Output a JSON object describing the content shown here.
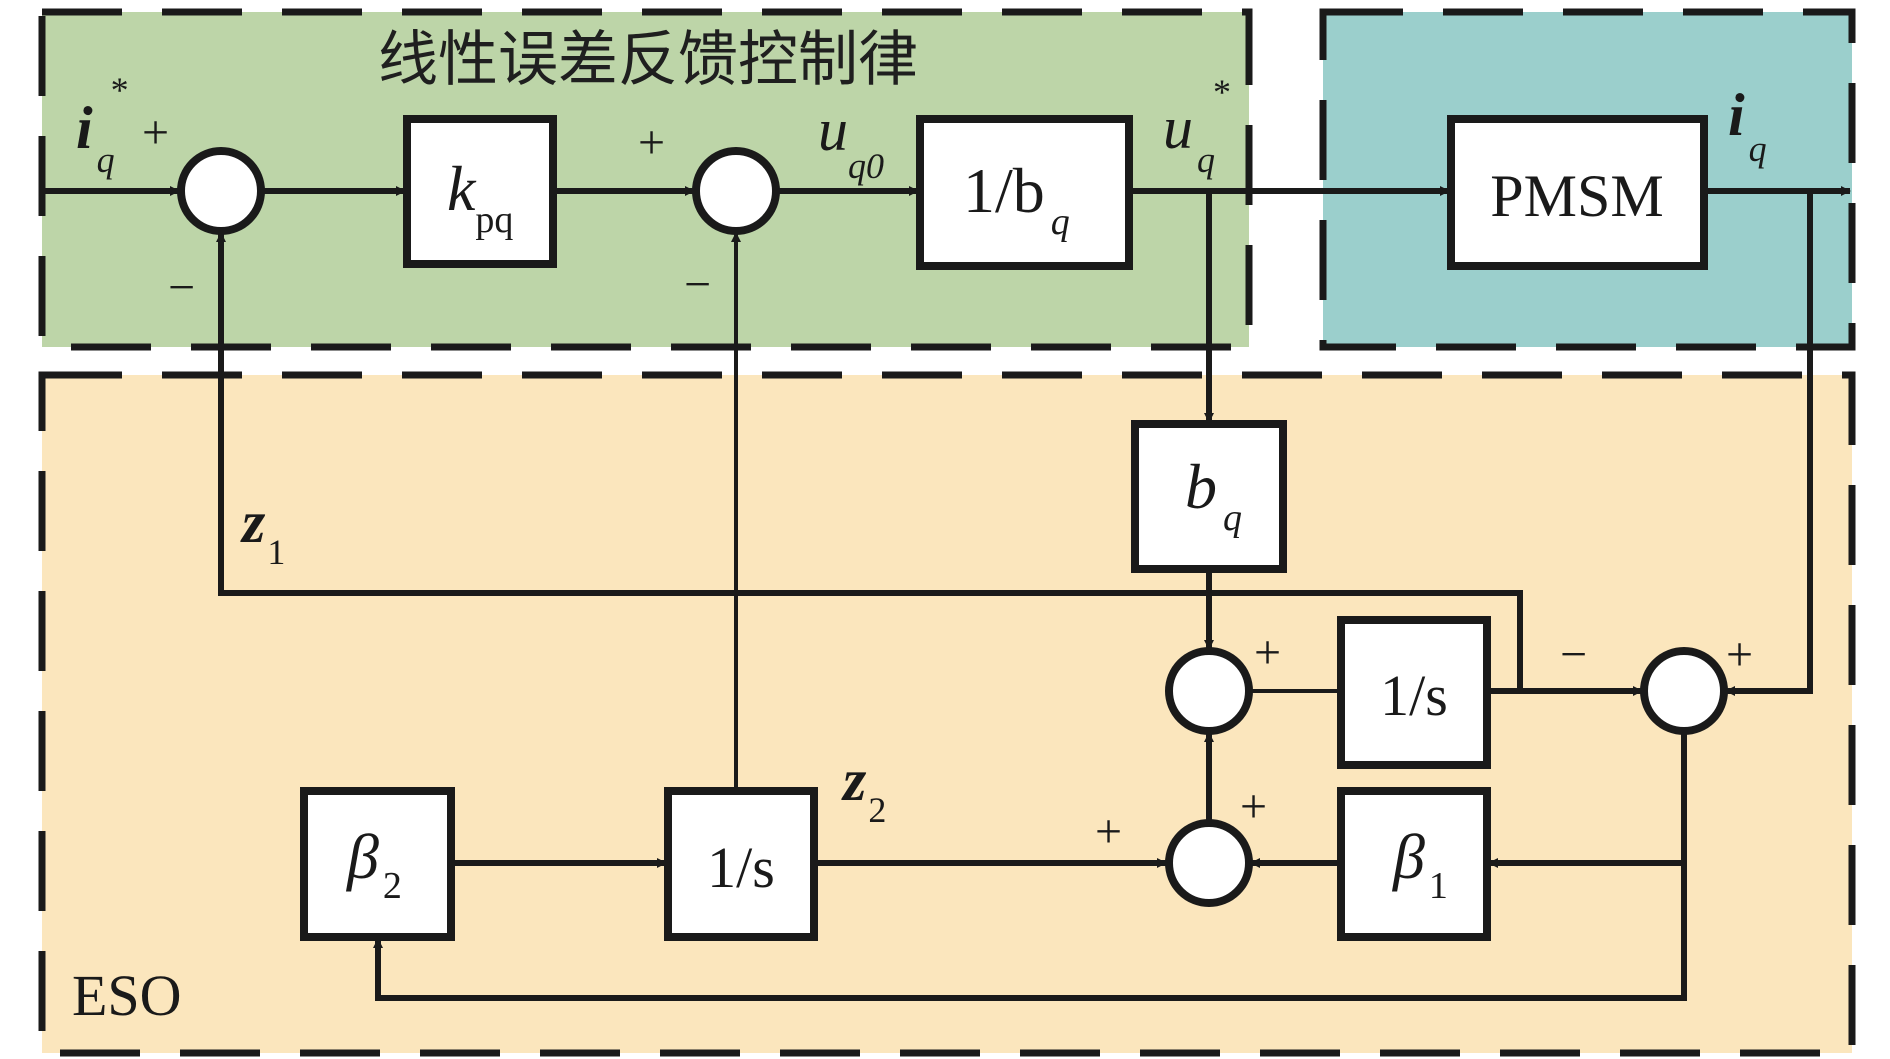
{
  "colors": {
    "controller_bg": "#bdd5a8",
    "plant_bg": "#9bcfcc",
    "observer_bg": "#fbe6bd",
    "line": "#1a1a1a",
    "block_fill": "#ffffff"
  },
  "regions": {
    "controller": {
      "title": "线性误差反馈控制律"
    },
    "plant": {
      "title": ""
    },
    "observer": {
      "title": "ESO"
    }
  },
  "blocks": {
    "kpq": {
      "main": "k",
      "sub": "pq"
    },
    "inv_bq": {
      "main": "1/b",
      "sub": "q"
    },
    "pmsm": {
      "main": "PMSM"
    },
    "bq": {
      "main": "b",
      "sub": "q"
    },
    "integrator1": {
      "main": "1/s"
    },
    "beta1": {
      "main": "β",
      "sub": "1"
    },
    "beta2": {
      "main": "β",
      "sub": "2"
    },
    "integrator2": {
      "main": "1/s"
    }
  },
  "signals": {
    "iq_ref": {
      "main": "i",
      "sub": "q",
      "sup": "*"
    },
    "uq0": {
      "main": "u",
      "sub": "q0"
    },
    "uq_ref": {
      "main": "u",
      "sub": "q",
      "sup": "*"
    },
    "iq": {
      "main": "i",
      "sub": "q"
    },
    "z1": {
      "main": "z",
      "sub": "1"
    },
    "z2": {
      "main": "z",
      "sub": "2"
    }
  },
  "signs": {
    "sum1_in": "+",
    "sum1_fb": "−",
    "sum2_in": "+",
    "sum2_fb": "−",
    "sumA_top": "+",
    "sumB_left": "+",
    "sumB_right": "+",
    "sumC_left": "−",
    "sumC_right": "+"
  }
}
